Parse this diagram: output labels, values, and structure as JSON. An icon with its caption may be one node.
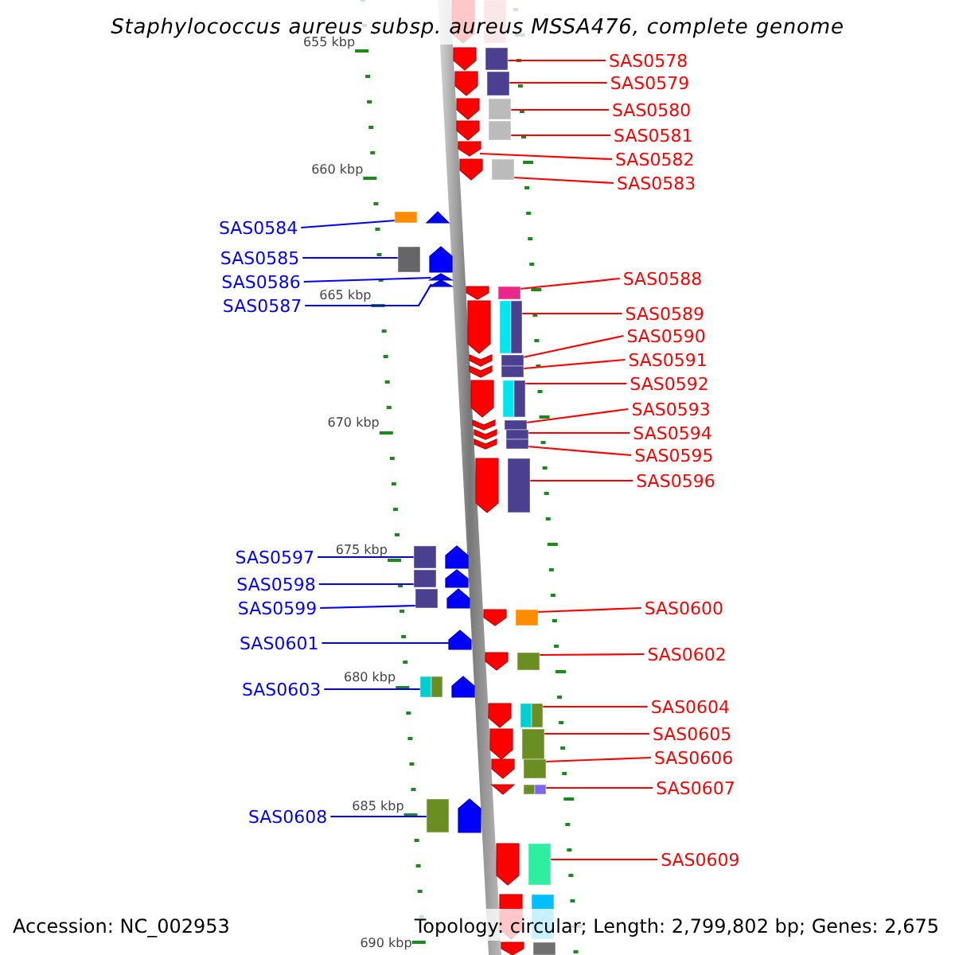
{
  "diagram": {
    "title": "Staphylococcus aureus subsp. aureus MSSA476, complete genome",
    "nodes": [
      {
        "text": [],
        "shape": "arrow"
      },
      {
        "text": [
          "SAS0578"
        ]
      },
      {
        "text": [],
        "shape": "arrow"
      },
      {
        "text": [
          "SAS0579"
        ]
      },
      {
        "text": [],
        "shape": "arrow"
      },
      {
        "text": [
          "SAS0580"
        ]
      },
      {
        "text": [],
        "shape": "arrow"
      },
      {
        "text": [
          "SAS0581"
        ]
      },
      {
        "text": [],
        "shape": "arrow"
      },
      {
        "text": [
          "SAS0582"
        ]
      },
      {
        "text": [],
        "shape": "arrow"
      },
      {
        "text": [
          "SAS0583"
        ]
      },
      {
        "text": [],
        "shape": "arrow"
      },
      {
        "text": [
          "SAS0584"
        ]
      },
      {
        "text": [],
        "shape": "arrow"
      },
      {
        "text": [
          "SAS0585"
        ]
      },
      {
        "text": [],
        "shape": "arrow"
      },
      {
        "text": [
          "SAS0586"
        ]
      },
      {
        "text": [],
        "shape": "arrow"
      },
      {
        "text": [
          "SAS0587"
        ]
      },
      {
        "text": [],
        "shape": "arrow"
      },
      {
        "text": [
          "SAS0588"
        ]
      },
      {
        "text": [],
        "shape": "arrow"
      },
      {
        "text": [
          "SAS0589"
        ]
      },
      {
        "text": [],
        "shape": "arrow"
      },
      {
        "text": [
          "SAS0590"
        ]
      },
      {
        "text": [],
        "shape": "arrow"
      },
      {
        "text": [
          "SAS0591"
        ]
      },
      {
        "text": [],
        "shape": "arrow"
      },
      {
        "text": [
          "SAS0592"
        ]
      },
      {
        "text": [],
        "shape": "arrow"
      },
      {
        "text": [
          "SAS0593"
        ]
      },
      {
        "text": [],
        "shape": "arrow"
      },
      {
        "text": [
          "SAS0594"
        ]
      },
      {
        "text": [],
        "shape": "arrow"
      },
      {
        "text": [
          "SAS0595"
        ]
      },
      {
        "text": [],
        "shape": "arrow"
      },
      {
        "text": [
          "SAS0596"
        ]
      },
      {
        "text": [],
        "shape": "arrow"
      },
      {
        "text": [
          "SAS0597"
        ]
      },
      {
        "text": [],
        "shape": "arrow"
      },
      {
        "text": [
          "SAS0598"
        ]
      },
      {
        "text": [],
        "shape": "arrow"
      },
      {
        "text": [
          "SAS0599"
        ]
      },
      {
        "text": [],
        "shape": "arrow"
      },
      {
        "text": [
          "SAS0600"
        ]
      },
      {
        "text": [],
        "shape": "arrow"
      },
      {
        "text": [
          "SAS0601"
        ]
      },
      {
        "text": [],
        "shape": "arrow"
      },
      {
        "text": [
          "SAS0602"
        ]
      },
      {
        "text": [],
        "shape": "arrow"
      },
      {
        "text": [
          "SAS0603"
        ]
      },
      {
        "text": [],
        "shape": "arrow"
      },
      {
        "text": [
          "SAS0604"
        ]
      },
      {
        "text": [],
        "shape": "arrow"
      },
      {
        "text": [
          "SAS0605"
        ]
      },
      {
        "text": [],
        "shape": "arrow"
      },
      {
        "text": [
          "SAS0606"
        ]
      },
      {
        "text": [],
        "shape": "arrow"
      },
      {
        "text": [
          "SAS0607"
        ]
      },
      {
        "text": [],
        "shape": "arrow"
      },
      {
        "text": [
          "SAS0608"
        ]
      },
      {
        "text": [],
        "shape": "arrow"
      },
      {
        "text": [
          "SAS0609"
        ]
      },
      {
        "text": [],
        "shape": "arrow"
      },
      {
        "text": [],
        "shape": "arrow"
      },
      {
        "text": [],
        "shape": "arrow"
      }
    ],
    "edges": [
      {
        "from": 1,
        "to": 2,
        "arrow": "none"
      },
      {
        "from": 3,
        "to": 4,
        "arrow": "none"
      },
      {
        "from": 5,
        "to": 6,
        "arrow": "none"
      },
      {
        "from": 7,
        "to": 8,
        "arrow": "none"
      },
      {
        "from": 9,
        "to": 10,
        "arrow": "none"
      },
      {
        "from": 11,
        "to": 12,
        "arrow": "none"
      },
      {
        "from": 13,
        "to": 14,
        "arrow": "none",
        "color": "#0000ff"
      },
      {
        "from": 15,
        "to": 16,
        "arrow": "none",
        "color": "#0000ff"
      },
      {
        "from": 17,
        "to": 18,
        "arrow": "none",
        "color": "#0000ff"
      },
      {
        "from": 19,
        "to": 20,
        "arrow": "none",
        "color": "#0000ff"
      },
      {
        "from": 21,
        "to": 22,
        "arrow": "none"
      },
      {
        "from": 23,
        "to": 24,
        "arrow": "none"
      },
      {
        "from": 25,
        "to": 26,
        "arrow": "none"
      },
      {
        "from": 27,
        "to": 28,
        "arrow": "none"
      },
      {
        "from": 29,
        "to": 30,
        "arrow": "none"
      },
      {
        "from": 31,
        "to": 32,
        "arrow": "none"
      },
      {
        "from": 33,
        "to": 34,
        "arrow": "none"
      },
      {
        "from": 35,
        "to": 36,
        "arrow": "none"
      },
      {
        "from": 37,
        "to": 38,
        "arrow": "none"
      },
      {
        "from": 39,
        "to": 40,
        "arrow": "none",
        "color": "#0000ff"
      },
      {
        "from": 41,
        "to": 42,
        "arrow": "none",
        "color": "#0000ff"
      },
      {
        "from": 43,
        "to": 44,
        "arrow": "none",
        "color": "#0000ff"
      },
      {
        "from": 45,
        "to": 46,
        "arrow": "none"
      },
      {
        "from": 47,
        "to": 48,
        "arrow": "none",
        "color": "#0000ff"
      },
      {
        "from": 49,
        "to": 50,
        "arrow": "none"
      },
      {
        "from": 51,
        "to": 52,
        "arrow": "none",
        "color": "#0000ff"
      },
      {
        "from": 53,
        "to": 54,
        "arrow": "none"
      },
      {
        "from": 55,
        "to": 56,
        "arrow": "none"
      },
      {
        "from": 57,
        "to": 58,
        "arrow": "none"
      },
      {
        "from": 59,
        "to": 60,
        "arrow": "none"
      },
      {
        "from": 61,
        "to": 62,
        "arrow": "none",
        "color": "#0000ff"
      },
      {
        "from": 63,
        "to": 64,
        "arrow": "none"
      }
    ],
    "labels": [
      "655 kbp",
      "660 kbp",
      "665 kbp",
      "670 kbp",
      "675 kbp",
      "680 kbp",
      "685 kbp",
      "Accession: NC_002953",
      "Topology: circular; Length: 2,799,802 bp; Genes: 2,675",
      "690 kbp"
    ]
  }
}
